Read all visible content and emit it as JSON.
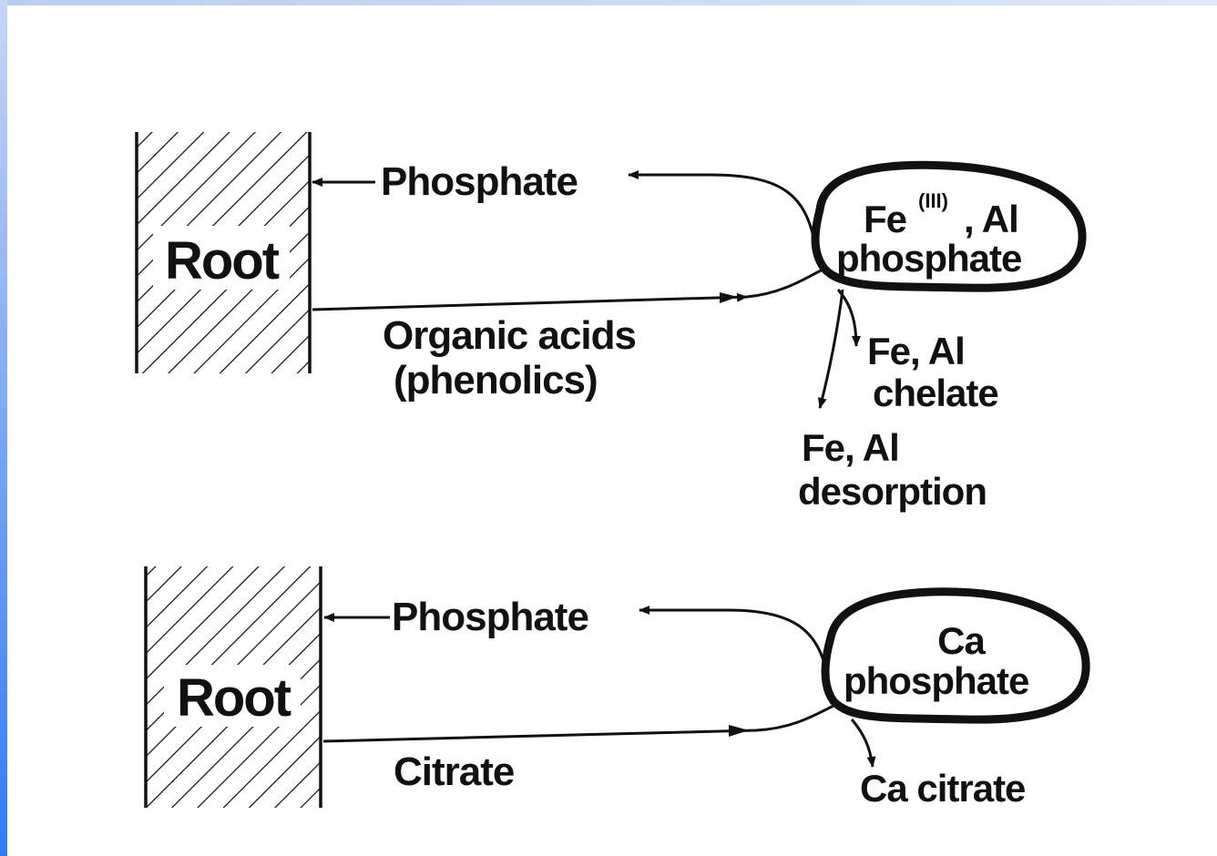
{
  "top_panel": {
    "root_label": "Root",
    "phosphate_label": "Phosphate",
    "mineral_label_line1_prefix": "Fe",
    "mineral_label_superscript": "(III)",
    "mineral_label_line1_suffix": ", Al",
    "mineral_label_line2": "phosphate",
    "exudate_line1": "Organic acids",
    "exudate_line2": "(phenolics)",
    "chelate_line1": "Fe, Al",
    "chelate_line2": "chelate",
    "desorption_line1": "Fe, Al",
    "desorption_line2": "desorption"
  },
  "bottom_panel": {
    "root_label": "Root",
    "phosphate_label": "Phosphate",
    "mineral_label_line1": "Ca",
    "mineral_label_line2": "phosphate",
    "exudate_label": "Citrate",
    "product_label": "Ca citrate"
  },
  "colors": {
    "ink": "#111111",
    "background": "#ffffff",
    "frame_left": "#2f7bf7",
    "frame_top": "#b9cdf0"
  }
}
